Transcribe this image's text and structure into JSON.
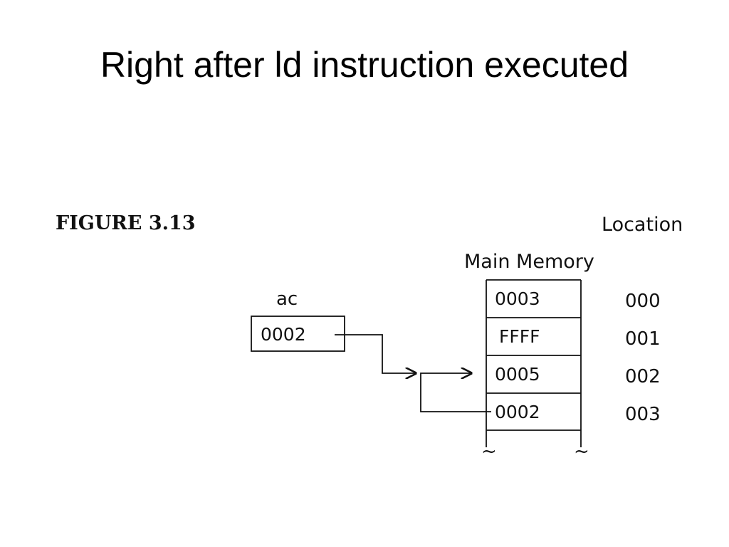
{
  "slide": {
    "title": "Right after ld instruction executed"
  },
  "figure": {
    "label": "FIGURE 3.13",
    "location_header": "Location",
    "memory_header": "Main Memory",
    "register": {
      "name": "ac",
      "value": "0002"
    },
    "memory": [
      {
        "value": "0003",
        "location": "000"
      },
      {
        "value": "FFFF",
        "location": "001"
      },
      {
        "value": "0005",
        "location": "002"
      },
      {
        "value": "0002",
        "location": "003"
      }
    ],
    "break_mark": "~"
  }
}
